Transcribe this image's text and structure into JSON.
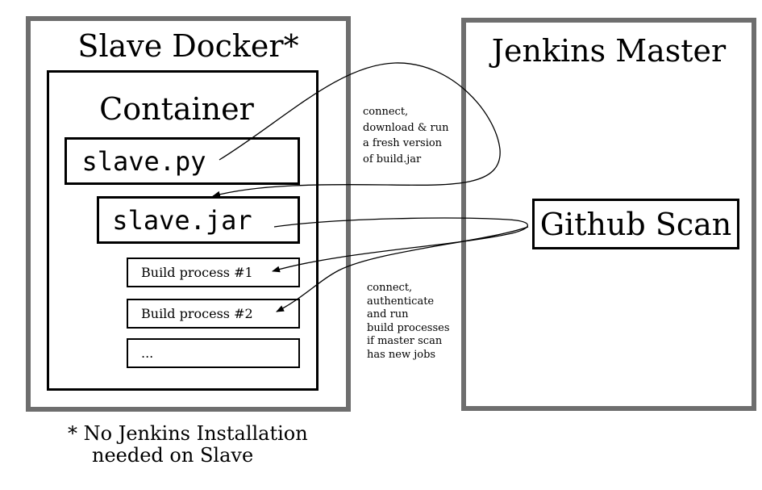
{
  "slave_docker": {
    "title": "Slave Docker*",
    "container": {
      "title": "Container",
      "slave_py": "slave.py",
      "slave_jar": "slave.jar",
      "build_processes": [
        "Build process #1",
        "Build process #2",
        "..."
      ]
    }
  },
  "jenkins_master": {
    "title": "Jenkins Master",
    "github_scan": "Github Scan"
  },
  "annotations": {
    "download_note": [
      "connect,",
      "download & run",
      "a fresh version",
      "of build.jar"
    ],
    "run_note": [
      "connect,",
      "authenticate",
      "and run",
      "build processes",
      "if master scan",
      "has new jobs"
    ]
  },
  "footnote": [
    "* No Jenkins Installation",
    "needed on Slave"
  ],
  "colors": {
    "outer_border": "#6e6e6e",
    "inner_border": "#000000"
  }
}
